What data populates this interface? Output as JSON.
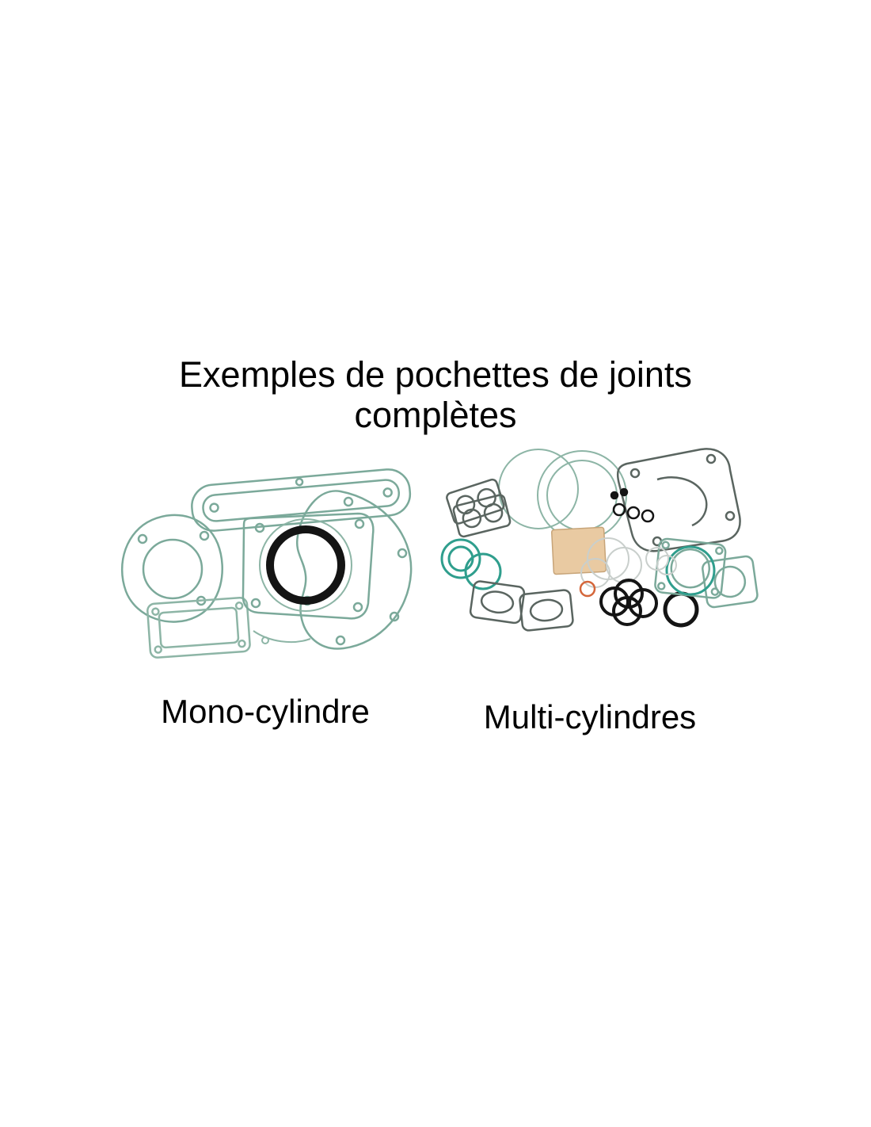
{
  "page": {
    "background": "#ffffff"
  },
  "title": {
    "line1": "Exemples de pochettes de joints",
    "line2": "complètes"
  },
  "captions": {
    "mono": "Mono-cylindre",
    "multi": "Multi-cylindres"
  },
  "images": {
    "mono_alt": "complete-gasket-kit-single-cylinder-photo",
    "multi_alt": "complete-gasket-kit-multi-cylinder-photo"
  },
  "colors": {
    "text": "#000000",
    "gasket_green": "#7ba99a",
    "gasket_teal": "#2f9e8d",
    "gasket_dark": "#5a6560",
    "ring_black": "#141414",
    "paper_tan": "#e9caa2"
  }
}
